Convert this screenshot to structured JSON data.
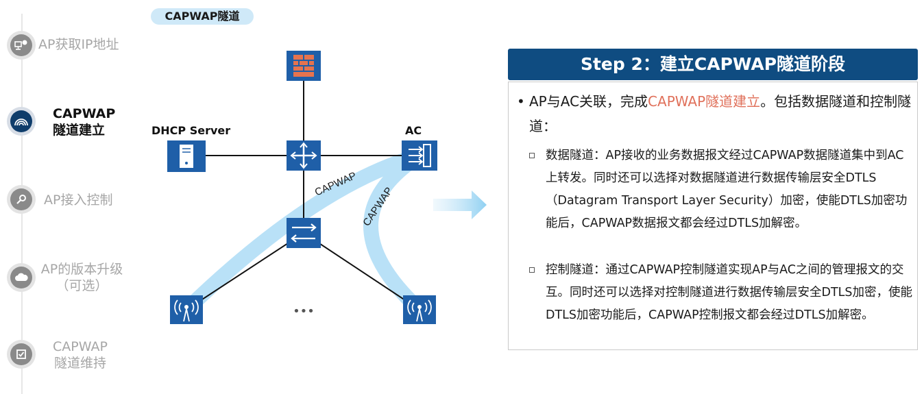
{
  "sidebar": {
    "steps": [
      {
        "label": "AP获取IP地址",
        "icon": "network-monitor-icon",
        "active": false
      },
      {
        "label": "CAPWAP\n隧道建立",
        "icon": "wifi-arc-icon",
        "active": true
      },
      {
        "label": "AP接入控制",
        "icon": "key-icon",
        "active": false
      },
      {
        "label": "AP的版本升级\n（可选）",
        "icon": "cloud-upgrade-icon",
        "active": false
      },
      {
        "label": "CAPWAP\n隧道维持",
        "icon": "checkbox-icon",
        "active": false
      }
    ]
  },
  "diagram": {
    "title": "CAPWAP隧道",
    "dhcp_label": "DHCP Server",
    "ac_label": "AC",
    "tunnel_label_1": "CAPWAP",
    "tunnel_label_2": "CAPWAP",
    "ellipsis": "•••",
    "colors": {
      "device": "#1f5fa8",
      "tunnel": "#b9e1f7",
      "link": "#111111"
    }
  },
  "panel": {
    "title": "Step 2：建立CAPWAP隧道阶段",
    "intro_pre": "AP与AC关联，完成",
    "intro_highlight": "CAPWAP隧道建立",
    "intro_post": "。包括数据隧道和控制隧道：",
    "sub1": "数据隧道：AP接收的业务数据报文经过CAPWAP数据隧道集中到AC上转发。同时还可以选择对数据隧道进行数据传输层安全DTLS（Datagram Transport Layer Security）加密，使能DTLS加密功能后，CAPWAP数据报文都会经过DTLS加解密。",
    "sub2": "控制隧道：通过CAPWAP控制隧道实现AP与AC之间的管理报文的交互。同时还可以选择对控制隧道进行数据传输层安全DTLS加密，使能DTLS加密功能后，CAPWAP控制报文都会经过DTLS加解密。",
    "highlight_color": "#e0715b",
    "header_color": "#0f4c81"
  }
}
